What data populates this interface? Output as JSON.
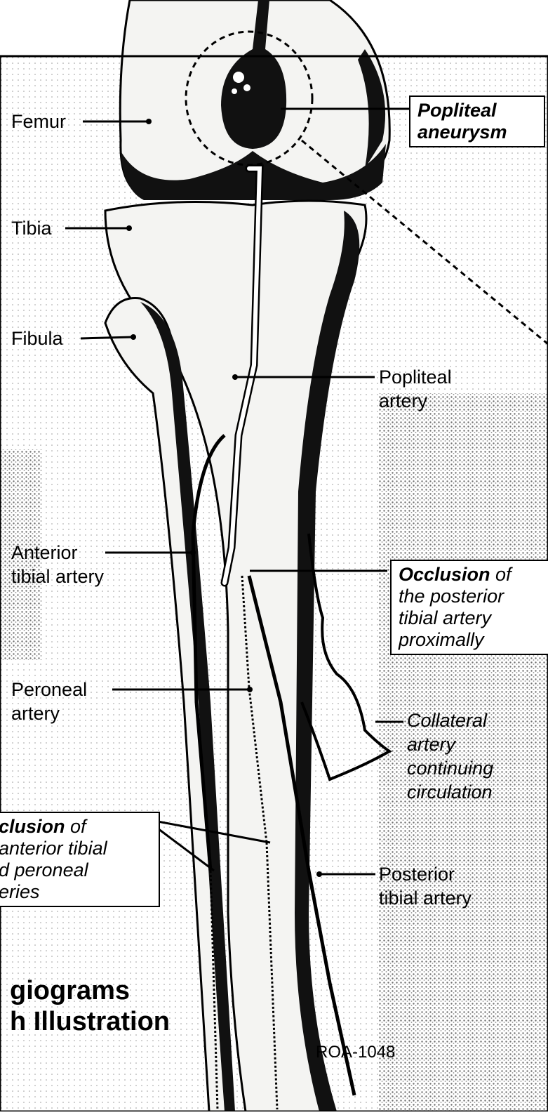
{
  "labels": {
    "femur": "Femur",
    "tibia": "Tibia",
    "fibula": "Fibula",
    "popliteal_artery_1": "Popliteal",
    "popliteal_artery_2": "artery",
    "anterior_1": "Anterior",
    "anterior_2": "tibial artery",
    "peroneal_1": "Peroneal",
    "peroneal_2": "artery",
    "collateral_1": "Collateral",
    "collateral_2": "artery",
    "collateral_3": "continuing",
    "collateral_4": "circulation",
    "posterior_1": "Posterior",
    "posterior_2": "tibial artery"
  },
  "callouts": {
    "aneurysm_1": "Popliteal",
    "aneurysm_2": "aneurysm",
    "occ_post_bold": "Occlusion",
    "occ_post_of": " of",
    "occ_post_2": "the posterior",
    "occ_post_3": "tibial artery",
    "occ_post_4": "proximally",
    "occ_ant_bold": "clusion",
    "occ_ant_of": " of",
    "occ_ant_2": " anterior tibial",
    "occ_ant_3": "d peroneal",
    "occ_ant_4": "eries"
  },
  "title": {
    "line1": "giograms",
    "line2": "h Illustration"
  },
  "code": "ROA-1048",
  "colors": {
    "ink": "#000000",
    "paper": "#ffffff",
    "stipple": "#9a9a9a",
    "bone": "#f4f4f2"
  }
}
